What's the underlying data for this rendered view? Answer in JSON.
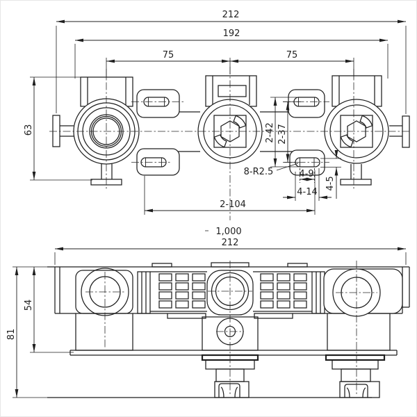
{
  "colors": {
    "line": "#1f1f1f",
    "background": "#ffffff"
  },
  "views": {
    "top": {
      "dims": {
        "overall_width": "212",
        "flange_span": "192",
        "pitch_left": "75",
        "pitch_right": "75",
        "height": "63",
        "slot_span_outer": "2-42",
        "slot_span_centers": "2-37",
        "slot_radius": "8-R2.5",
        "slot_inner_length": "4-9",
        "slot_length": "4-14",
        "slot_width": "4-5",
        "slot_group_pitch": "2-104"
      }
    },
    "note": "1,000",
    "front": {
      "dims": {
        "overall_width": "212",
        "upper_height": "54",
        "overall_height": "81"
      }
    }
  }
}
